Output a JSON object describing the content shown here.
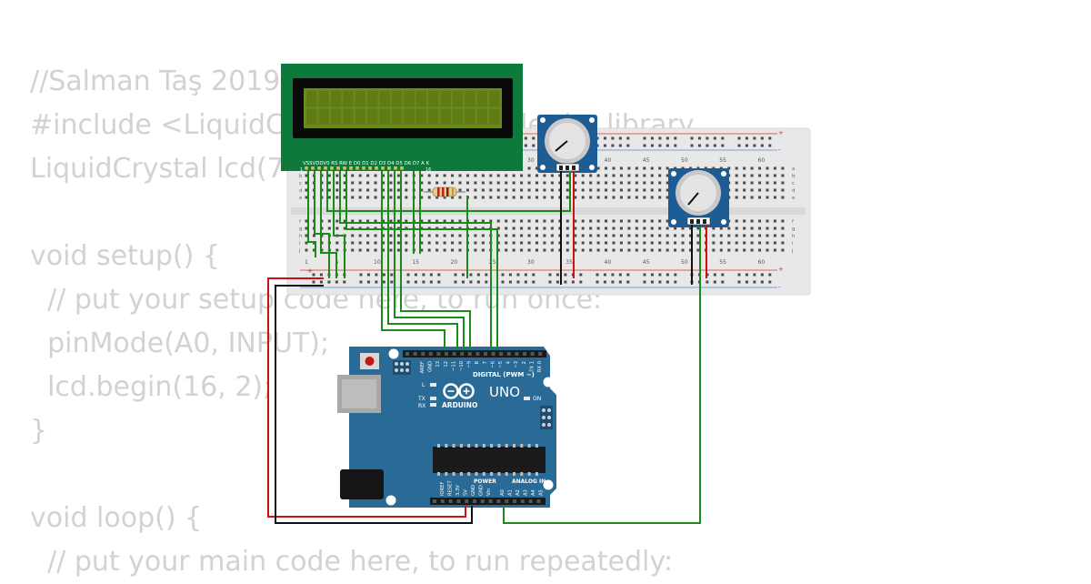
{
  "code_lines": [
    "//Salman Taş 2019",
    "#include <LiquidCrystal.h> // include the library",
    "LiquidCrystal lcd(7, 8, 9, 10, 11, 12);",
    "",
    "void setup() {",
    "  // put your setup code here, to run once:",
    "  pinMode(A0, INPUT);",
    "  lcd.begin(16, 2);",
    "}",
    "",
    "void loop() {",
    "  // put your main code here, to run repeatedly:"
  ],
  "lcd": {
    "pin_labels": "VSSVDDV0 RS RW E   D0 D1 D2 D3 D4 D5 D6 D7 A  K",
    "pin_first": "1",
    "pin_last": "16"
  },
  "breadboard": {
    "column_numbers": [
      "1",
      "5",
      "10",
      "15",
      "20",
      "25",
      "30",
      "35",
      "40",
      "45",
      "50",
      "55",
      "60"
    ],
    "row_letters_top": [
      "a",
      "b",
      "c",
      "d",
      "e"
    ],
    "row_letters_bottom": [
      "f",
      "g",
      "h",
      "i",
      "j"
    ],
    "plus_sign": "+",
    "minus_sign": "-"
  },
  "arduino": {
    "brand": "ARDUINO",
    "model": "UNO",
    "digital_label": "DIGITAL (PWM ~)",
    "power_label": "POWER",
    "analog_label": "ANALOG IN",
    "on_label": "ON",
    "l_label": "L",
    "tx_label": "TX",
    "rx_label": "RX",
    "top_pins": [
      "AREF",
      "GND",
      "13",
      "12",
      "~11",
      "~10",
      "~9",
      "8",
      "7",
      "~6",
      "~5",
      "4",
      "~3",
      "2",
      "TX 1",
      "RX 0"
    ],
    "power_pins": [
      "IOREF",
      "RESET",
      "3.3V",
      "5V",
      "GND",
      "GND",
      "Vin"
    ],
    "analog_pins": [
      "A0",
      "A1",
      "A2",
      "A3",
      "A4",
      "A5"
    ]
  },
  "colors": {
    "code_text": "#d2d2d2",
    "lcd_board": "#0d7a3b",
    "lcd_screen": "#6b8a1c",
    "breadboard": "#e8e8e8",
    "arduino_board": "#2a6a97",
    "pot_board": "#1e5c96",
    "wire_green": "#1a8a1a",
    "wire_red": "#d01010",
    "wire_black": "#111111"
  }
}
